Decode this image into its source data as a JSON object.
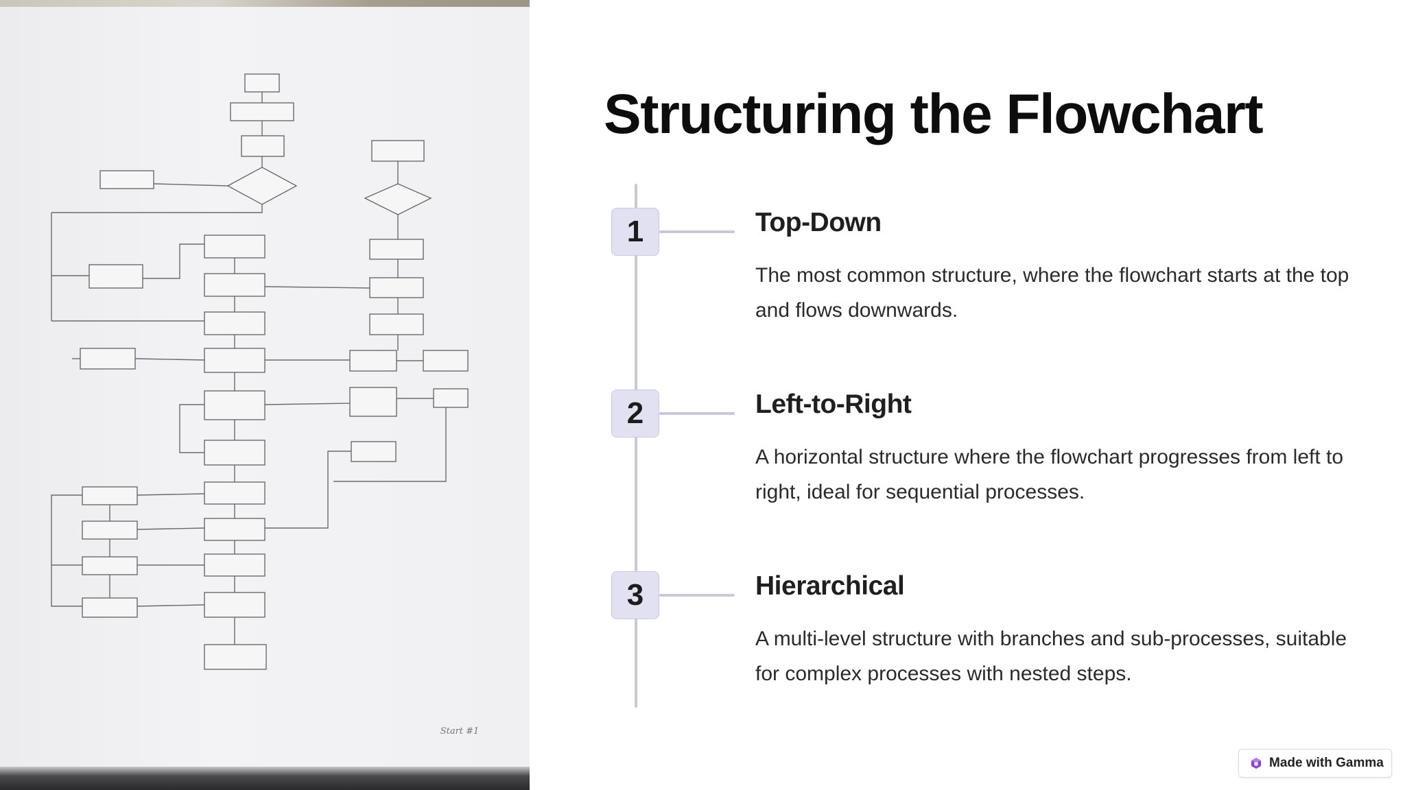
{
  "slide": {
    "title": "Structuring the Flowchart"
  },
  "steps": [
    {
      "number": "1",
      "title": "Top-Down",
      "description": "The most common structure, where the flowchart starts at the top and flows downwards."
    },
    {
      "number": "2",
      "title": "Left-to-Right",
      "description": "A horizontal structure where the flowchart progresses from left to right, ideal for sequential processes."
    },
    {
      "number": "3",
      "title": "Hierarchical",
      "description": "A multi-level structure with branches and sub-processes, suitable for complex processes with nested steps."
    }
  ],
  "badge": {
    "label": "Made with Gamma",
    "icon": "gamma-logo-icon",
    "icon_color": "#8b3fe0"
  },
  "colors": {
    "timeline": "#c8c7dc",
    "step_badge_bg": "#e2e1f2"
  }
}
